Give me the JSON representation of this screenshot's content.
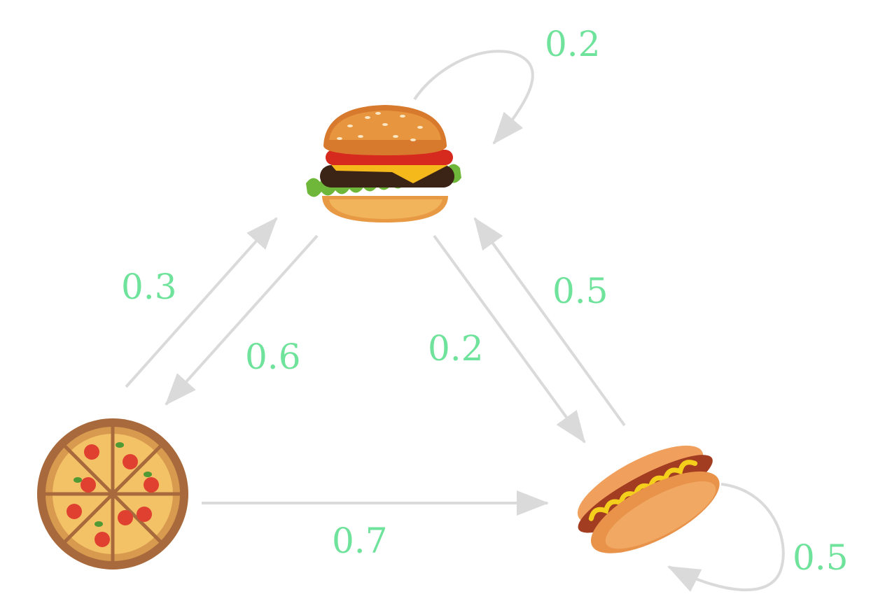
{
  "colors": {
    "arrow": "#dadada",
    "label": "#6fe39b"
  },
  "nodes": {
    "burger": {
      "icon": "burger-icon"
    },
    "pizza": {
      "icon": "pizza-icon"
    },
    "hotdog": {
      "icon": "hotdog-icon"
    }
  },
  "transitions": [
    {
      "from": "burger",
      "to": "burger",
      "probability": "0.2"
    },
    {
      "from": "pizza",
      "to": "burger",
      "probability": "0.3"
    },
    {
      "from": "burger",
      "to": "pizza",
      "probability": "0.6"
    },
    {
      "from": "burger",
      "to": "hotdog",
      "probability": "0.2"
    },
    {
      "from": "hotdog",
      "to": "burger",
      "probability": "0.5"
    },
    {
      "from": "pizza",
      "to": "hotdog",
      "probability": "0.7"
    },
    {
      "from": "hotdog",
      "to": "hotdog",
      "probability": "0.5"
    }
  ]
}
